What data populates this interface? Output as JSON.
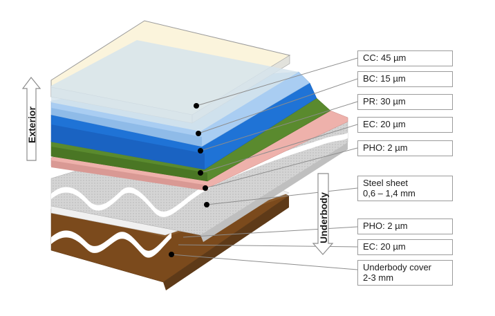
{
  "diagram": {
    "exterior_label": "Exterior",
    "underbody_label": "Underbody",
    "layers": [
      {
        "id": "cc",
        "lines": [
          "CC: 45 µm"
        ],
        "color": "#d6e4ec"
      },
      {
        "id": "bc",
        "lines": [
          "BC: 15 µm"
        ],
        "color": "#a9cdf2"
      },
      {
        "id": "pr",
        "lines": [
          "PR: 30 µm"
        ],
        "color": "#1f73d6"
      },
      {
        "id": "ec-top",
        "lines": [
          "EC: 20 µm"
        ],
        "color": "#5a8a2e"
      },
      {
        "id": "pho-top",
        "lines": [
          "PHO: 2 µm"
        ],
        "color": "#eeb1ab"
      },
      {
        "id": "steel",
        "lines": [
          "Steel sheet",
          "0,6 – 1,4  mm"
        ],
        "color": "#d8d8d8"
      },
      {
        "id": "pho-bottom",
        "lines": [
          "PHO: 2 µm"
        ],
        "color": "#f2f2f2"
      },
      {
        "id": "ec-bottom",
        "lines": [
          "EC: 20 µm"
        ],
        "color": "#f2f2f2"
      },
      {
        "id": "underbody-cover",
        "lines": [
          "Underbody cover",
          "2-3 mm"
        ],
        "color": "#7b4a1c"
      }
    ]
  }
}
